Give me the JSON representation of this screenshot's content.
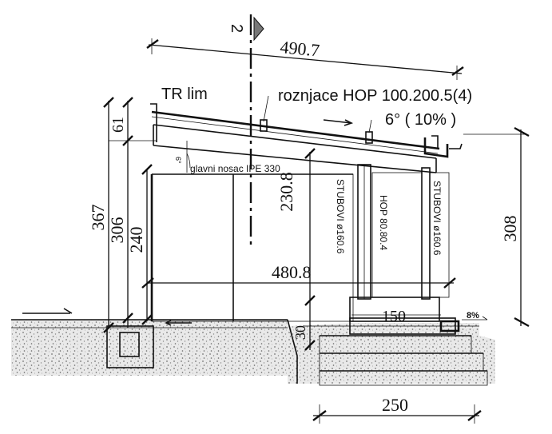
{
  "labels": {
    "section_mark": "2",
    "roof_material": "TR lim",
    "purlins": "roznjace HOP 100.200.5(4)",
    "slope": "6° ( 10% )",
    "small_angle": "6°",
    "main_beam": "glavni nosac IPE 330",
    "column_a": "STUBOVI ø160.6",
    "column_b": "HOP 80.80.4",
    "column_c": "STUBOVI ø160.6",
    "ground_slope": "8%"
  },
  "dimensions": {
    "top_span": "490.7",
    "inner_span": "480.8",
    "left_overall": "367",
    "left_mid": "306",
    "left_inner": "240",
    "left_top": "61",
    "interior_height": "230.8",
    "base_step": "30",
    "right_height": "308",
    "pad_width": "150",
    "bottom_width": "250"
  },
  "colors": {
    "line": "#111111",
    "ground": "#e6e6e6",
    "concrete": "#d9d9d9",
    "background": "#ffffff"
  }
}
